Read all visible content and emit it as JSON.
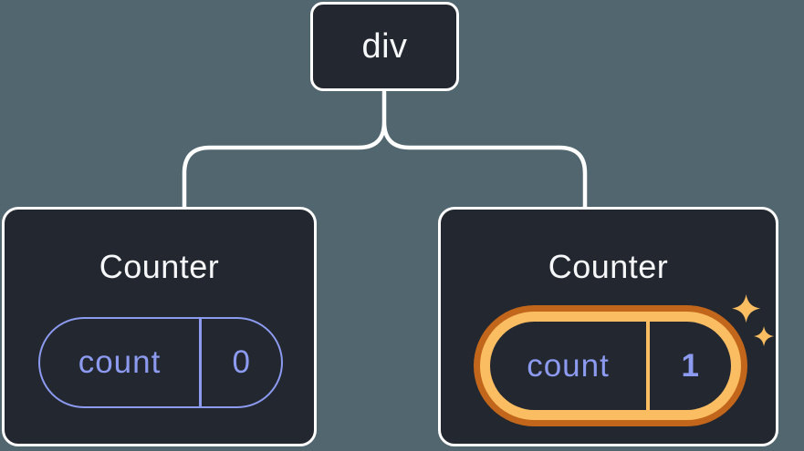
{
  "figure": {
    "type": "component-tree-diagram",
    "colors": {
      "background": "#51666E",
      "node_surface": "#23272F",
      "node_border": "#FFFFFF",
      "connector": "#FFFFFF",
      "text": "#F6F7F9",
      "state_purple": "#8C9AF0",
      "highlight_orange_dark": "#C2661B",
      "highlight_orange_light": "#FABD62"
    }
  },
  "tree": {
    "root": {
      "label": "div"
    },
    "children": [
      {
        "title": "Counter",
        "state_name": "count",
        "state_value": "0",
        "highlighted": false
      },
      {
        "title": "Counter",
        "state_name": "count",
        "state_value": "1",
        "highlighted": true,
        "icon": "sparkles-icon"
      }
    ]
  }
}
